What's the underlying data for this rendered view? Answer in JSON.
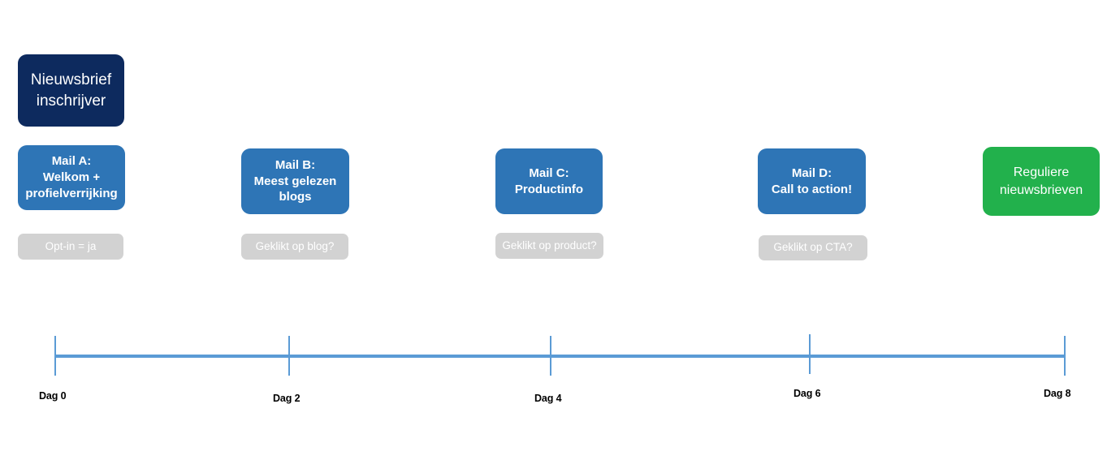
{
  "diagram": {
    "title_text": "",
    "colors": {
      "entry_navy": "#0d2a5e",
      "mail_blue": "#2e75b6",
      "end_green": "#22b14c",
      "condition_gray": "#d2d2d2",
      "timeline_blue": "#5b9bd5",
      "label_text": "#000000",
      "node_text": "#ffffff"
    },
    "entry_node": {
      "label": "Nieuwsbrief\ninschrijver"
    },
    "mail_nodes": [
      {
        "label": "Mail A:\nWelkom +\nprofielverrijking"
      },
      {
        "label": "Mail B:\nMeest gelezen\nblogs"
      },
      {
        "label": "Mail C:\nProductinfo"
      },
      {
        "label": "Mail D:\nCall to action!"
      }
    ],
    "end_node": {
      "label": "Reguliere\nnieuwsbrieven"
    },
    "conditions": [
      {
        "label": "Opt-in = ja"
      },
      {
        "label": "Geklikt op blog?"
      },
      {
        "label": "Geklikt op product?"
      },
      {
        "label": "Geklikt op CTA?"
      }
    ],
    "timeline": {
      "ticks": [
        {
          "label": "Dag 0"
        },
        {
          "label": "Dag 2"
        },
        {
          "label": "Dag 4"
        },
        {
          "label": "Dag 6"
        },
        {
          "label": "Dag 8"
        }
      ]
    }
  }
}
